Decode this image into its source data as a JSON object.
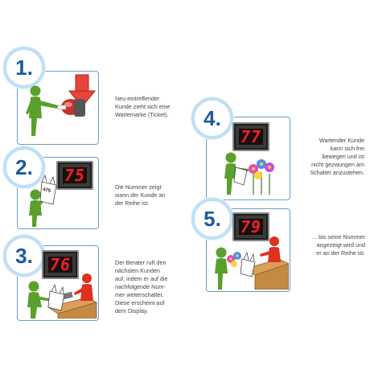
{
  "steps": [
    {
      "number": "1.",
      "display": "",
      "caption": [
        "Neu eintreffender",
        "Kunde zieht sich eine",
        "Wartemarke (Ticket)."
      ]
    },
    {
      "number": "2.",
      "display": "75",
      "ticket": "475",
      "caption": [
        "Die Nummer zeigt",
        "wann der Kunde an",
        "der Reihe ist."
      ]
    },
    {
      "number": "3.",
      "display": "76",
      "caption": [
        "Der Berater ruft den",
        "nächsten Kunden",
        "auf, indem er auf die",
        "nachfolgende Num-",
        "mer weiterschaltet.",
        "Diese erscheint auf",
        "dem Display."
      ]
    },
    {
      "number": "4.",
      "display": "77",
      "caption": [
        "Wartender Kunde",
        "kann sich frei",
        "bewegen und ist",
        "nicht gezwungen am",
        "Schalter anzustehen."
      ]
    },
    {
      "number": "5.",
      "display": "79",
      "caption": [
        "... bis seine Nummer",
        "angezeigt wird und",
        "er an der Reihe ist."
      ]
    }
  ],
  "colors": {
    "panel_border": "#6a9ec9",
    "badge_text": "#1a5a9e",
    "badge_ring": "#bfe0f4",
    "display_digits": "#e8222a",
    "customer": "#5aa02c",
    "clerk": "#e0301e"
  }
}
